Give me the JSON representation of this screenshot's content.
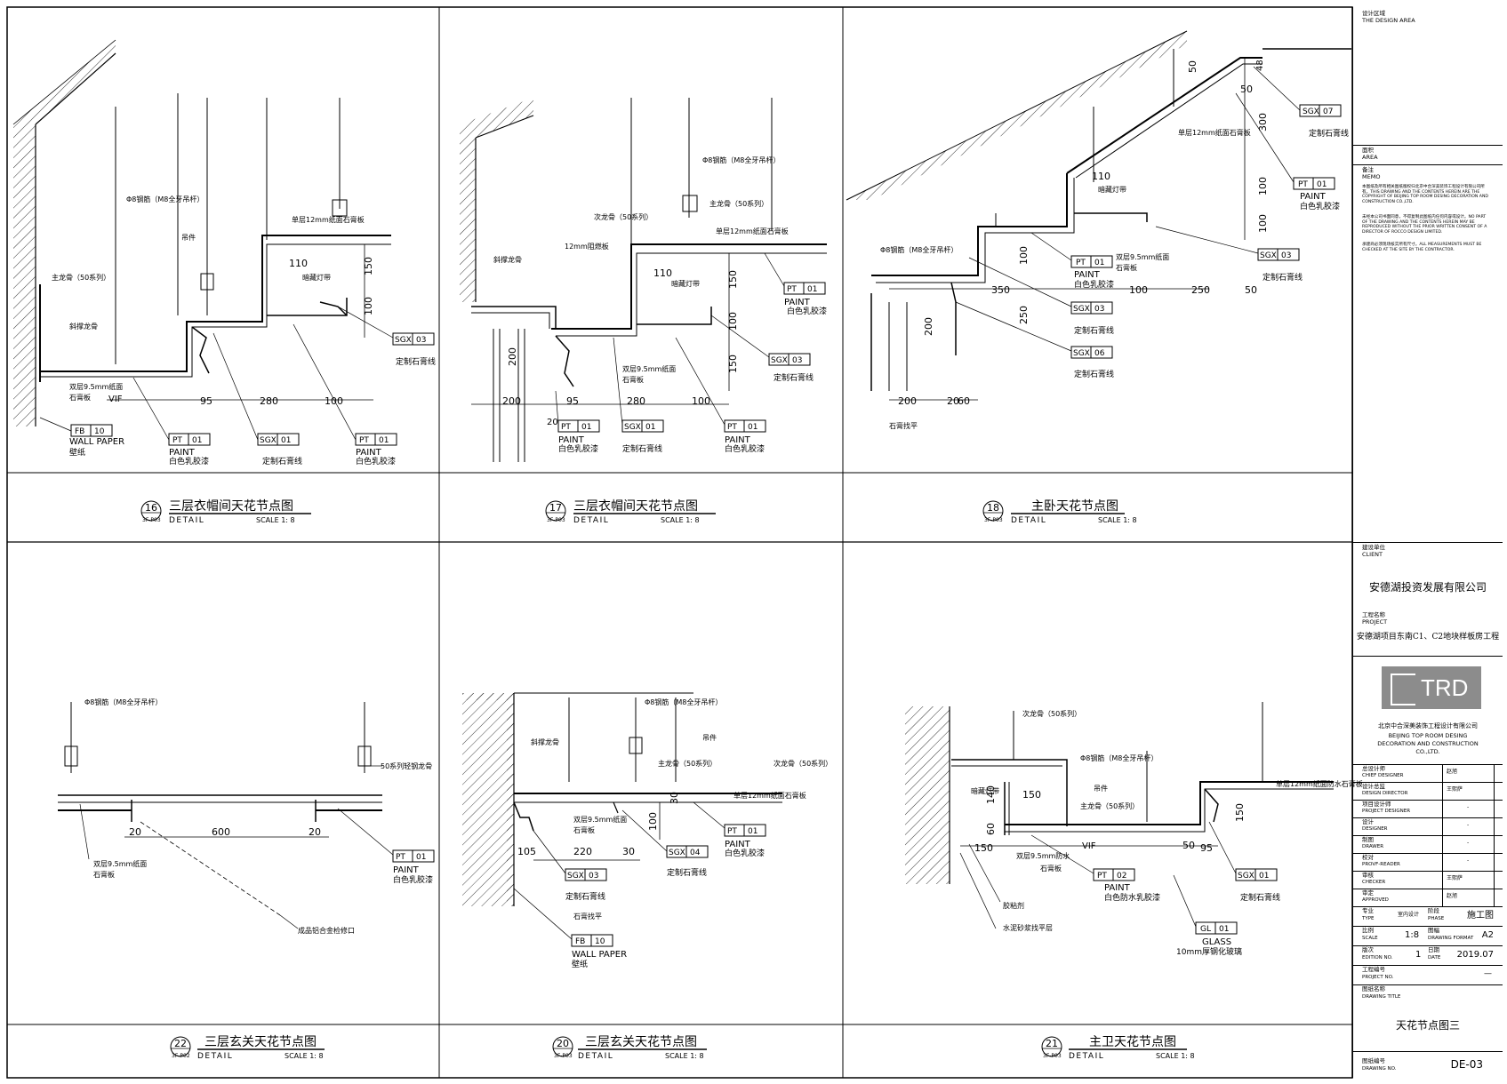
{
  "panels": [
    {
      "id": "16",
      "sheet": "3F-P03",
      "title": "三层衣帽间天花节点图",
      "detail": "DETAIL",
      "scale": "SCALE 1: 8",
      "dims": [
        "95",
        "280",
        "100",
        "110",
        "150",
        "100"
      ],
      "notes": [
        "Φ8钢筋（M8全牙吊杆）",
        "吊件",
        "主龙骨（50系列）",
        "斜撑龙骨",
        "单层12mm纸面石膏板",
        "暗藏灯带",
        "双层9.5mm纸面",
        "石膏板",
        "VIF",
        "定制石膏线",
        "WALL PAPER",
        "壁纸",
        "PAINT",
        "白色乳胶漆",
        "定制石膏线",
        "PAINT",
        "白色乳胶漆"
      ],
      "tags": [
        {
          "code": "FB",
          "num": "10"
        },
        {
          "code": "PT",
          "num": "01"
        },
        {
          "code": "SGX",
          "num": "01"
        },
        {
          "code": "PT",
          "num": "01"
        },
        {
          "code": "SGX",
          "num": "03"
        }
      ]
    },
    {
      "id": "17",
      "sheet": "3F-P03",
      "title": "三层衣帽间天花节点图",
      "detail": "DETAIL",
      "scale": "SCALE 1: 8",
      "dims": [
        "200",
        "95",
        "280",
        "100",
        "20",
        "110",
        "150",
        "100",
        "150",
        "200"
      ],
      "notes": [
        "Φ8钢筋（M8全牙吊杆）",
        "次龙骨（50系列）",
        "主龙骨（50系列）",
        "12mm阻燃板",
        "单层12mm纸面石膏板",
        "斜撑龙骨",
        "暗藏灯带",
        "双层9.5mm纸面",
        "石膏板",
        "定制石膏线",
        "白色乳胶漆",
        "定制石膏线",
        "白色乳胶漆",
        "PAINT",
        "PAINT",
        "PAINT",
        "白色乳胶漆"
      ],
      "tags": [
        {
          "code": "PT",
          "num": "01"
        },
        {
          "code": "SGX",
          "num": "01"
        },
        {
          "code": "PT",
          "num": "01"
        },
        {
          "code": "PT",
          "num": "01"
        },
        {
          "code": "SGX",
          "num": "03"
        }
      ]
    },
    {
      "id": "18",
      "sheet": "3F-P03",
      "title": "主卧天花节点图",
      "detail": "DETAIL",
      "scale": "SCALE 1: 8",
      "dims": [
        "50",
        "48",
        "50",
        "300",
        "100",
        "100",
        "110",
        "100",
        "350",
        "100",
        "250",
        "50",
        "250",
        "200",
        "200",
        "20",
        "60"
      ],
      "notes": [
        "单层12mm纸面石膏板",
        "暗藏灯带",
        "Φ8钢筋（M8全牙吊杆）",
        "双层9.5mm纸面",
        "石膏板",
        "PAINT",
        "白色乳胶漆",
        "定制石膏线",
        "定制石膏线",
        "定制石膏线",
        "石膏找平",
        "定制石膏线",
        "PAINT",
        "白色乳胶漆"
      ],
      "tags": [
        {
          "code": "SGX",
          "num": "07"
        },
        {
          "code": "PT",
          "num": "01"
        },
        {
          "code": "SGX",
          "num": "03"
        },
        {
          "code": "PT",
          "num": "01"
        },
        {
          "code": "SGX",
          "num": "03"
        },
        {
          "code": "SGX",
          "num": "06"
        }
      ]
    },
    {
      "id": "22",
      "sheet": "3F-P02",
      "title": "三层玄关天花节点图",
      "detail": "DETAIL",
      "scale": "SCALE 1: 8",
      "dims": [
        "20",
        "600",
        "20"
      ],
      "notes": [
        "Φ8钢筋（M8全牙吊杆）",
        "50系列轻钢龙骨",
        "双层9.5mm纸面",
        "石膏板",
        "PAINT",
        "白色乳胶漆",
        "成品铝合金检修口"
      ],
      "tags": [
        {
          "code": "PT",
          "num": "01"
        }
      ]
    },
    {
      "id": "20",
      "sheet": "3F-P03",
      "title": "三层玄关天花节点图",
      "detail": "DETAIL",
      "scale": "SCALE 1: 8",
      "dims": [
        "105",
        "220",
        "30",
        "100",
        "30"
      ],
      "notes": [
        "Φ8钢筋（M8全牙吊杆）",
        "吊件",
        "斜撑龙骨",
        "主龙骨（50系列）",
        "次龙骨（50系列）",
        "单层12mm纸面石膏板",
        "双层9.5mm纸面",
        "石膏板",
        "PAINT",
        "白色乳胶漆",
        "定制石膏线",
        "定制石膏线",
        "石膏找平",
        "WALL PAPER",
        "壁纸"
      ],
      "tags": [
        {
          "code": "PT",
          "num": "01"
        },
        {
          "code": "SGX",
          "num": "04"
        },
        {
          "code": "SGX",
          "num": "03"
        },
        {
          "code": "FB",
          "num": "10"
        }
      ]
    },
    {
      "id": "21",
      "sheet": "3F-P03",
      "title": "主卫天花节点图",
      "detail": "DETAIL",
      "scale": "SCALE 1: 8",
      "dims": [
        "140",
        "150",
        "60",
        "150",
        "50",
        "95",
        "150"
      ],
      "notes": [
        "次龙骨（50系列）",
        "Φ8钢筋（M8全牙吊杆）",
        "单层12mm纸面防水石膏板",
        "暗藏灯带",
        "吊件",
        "主龙骨（50系列）",
        "双层9.5mm防水",
        "石膏板",
        "VIF",
        "PAINT",
        "白色防水乳胶漆",
        "胶粘剂",
        "水泥砂浆找平层",
        "定制石膏线",
        "GLASS",
        "10mm厚钢化玻璃"
      ],
      "tags": [
        {
          "code": "PT",
          "num": "02"
        },
        {
          "code": "SGX",
          "num": "01"
        },
        {
          "code": "GL",
          "num": "01"
        }
      ]
    }
  ],
  "titleblock": {
    "design_area_cn": "设计区域",
    "design_area_en": "THE DESIGN AREA",
    "area_cn": "面积",
    "area_en": "AREA",
    "memo_cn": "备注",
    "memo_en": "MEMO",
    "memo_1": "本图纸及所有相关图纸版权归北京中合深美装饰工程设计有限公司所有。THIS DRAWING AND THE CONTENTS HEREIN ARE THE COPYRIGHT OF BEIJING TOP ROOM DESING DECORATION AND CONSTRUCTION CO.,LTD.",
    "memo_2": "未经本公司书面同意，不得复制此图纸内任何内容或设计。NO PART OF THE DRAWING AND THE CONTENTS HEREIN MAY BE REPRODUCED WITHOUT THE PRIOR WRITTEN CONSENT OF A DIRECTOR OF ROCCO DESIGN LIMITED.",
    "memo_3": "承建商必须现场核实所有尺寸。ALL MEASUREMENTS MUST BE CHECKED AT THE SITE BY THE CONTRACTOR.",
    "client_cn": "建设单位",
    "client_en": "CLIENT",
    "client_name": "安德湖投资发展有限公司",
    "project_cn": "工程名称",
    "project_en": "PROJECT",
    "project_name": "安德湖项目东南C1、C2地块样板房工程",
    "logo_text": "TRD",
    "company_cn": "北京中合深美装饰工程设计有限公司",
    "company_en_1": "BEIJING TOP ROOM DESING",
    "company_en_2": "DECORATION AND CONSTRUCTION",
    "company_en_3": "CO.,LTD.",
    "roles": [
      {
        "cn": "总设计师",
        "en": "CHIEF DESIGNER",
        "value": "赵旭"
      },
      {
        "cn": "设计总监",
        "en": "DESIGN DIRECTOR",
        "value": "王熙萨"
      },
      {
        "cn": "项目设计师",
        "en": "PROJECT DESIGNER",
        "value": "-"
      },
      {
        "cn": "设计",
        "en": "DESIGNER",
        "value": "-"
      },
      {
        "cn": "制图",
        "en": "DRAWER",
        "value": "-"
      },
      {
        "cn": "校对",
        "en": "PROVF-READER",
        "value": "-"
      },
      {
        "cn": "审核",
        "en": "CHECKER",
        "value": "王熙萨"
      },
      {
        "cn": "审定",
        "en": "APPROVED",
        "value": "赵旭"
      }
    ],
    "type_cn": "专业",
    "type_en": "TYPE",
    "type_val": "室内设计",
    "phase_cn": "阶段",
    "phase_en": "PHASE",
    "phase_val": "施工图",
    "scale_cn": "比例",
    "scale_en": "SCALE",
    "scale_val": "1:8",
    "format_cn": "图幅",
    "format_en": "DRAWING FORMAT",
    "format_val": "A2",
    "edition_cn": "版次",
    "edition_en": "EDITION NO.",
    "edition_val": "1",
    "date_cn": "日期",
    "date_en": "DATE",
    "date_val": "2019.07",
    "projno_cn": "工程编号",
    "projno_en": "PROJECT NO.",
    "projno_val": "—",
    "dtitle_cn": "图纸名称",
    "dtitle_en": "DRAWING TITLE",
    "dtitle_val": "天花节点图三",
    "dno_cn": "图纸编号",
    "dno_en": "DRAWING NO.",
    "dno_val": "DE-03"
  }
}
